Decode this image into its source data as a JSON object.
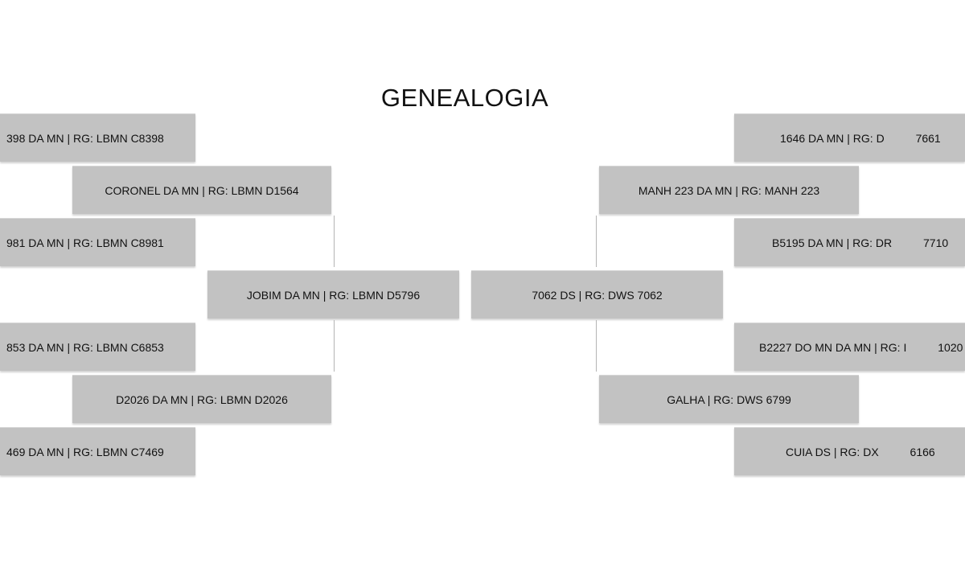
{
  "title": "GENEALOGIA",
  "sire_side": {
    "gen1": "JOBIM DA MN | RG: LBMN D5796",
    "gen2": [
      "CORONEL DA MN | RG: LBMN D1564",
      "D2026 DA MN | RG: LBMN D2026"
    ],
    "gen3": [
      "398 DA MN | RG: LBMN C8398",
      "981 DA MN | RG: LBMN C8981",
      "853 DA MN | RG: LBMN C6853",
      "469 DA MN | RG: LBMN C7469"
    ]
  },
  "dam_side": {
    "gen1": "7062 DS | RG: DWS 7062",
    "gen2": [
      "MANH 223 DA MN | RG: MANH 223",
      "GALHA | RG: DWS 6799"
    ],
    "gen3": [
      "1646 DA MN | RG: D          7661",
      "B5195 DA MN | RG: DR          7710",
      "B2227 DO MN DA MN | RG: I          1020",
      "CUIA DS | RG: DX          6166"
    ]
  },
  "colors": {
    "box_fill": "#c2c2c2",
    "connector": "#b4b4b4",
    "text": "#111111"
  }
}
